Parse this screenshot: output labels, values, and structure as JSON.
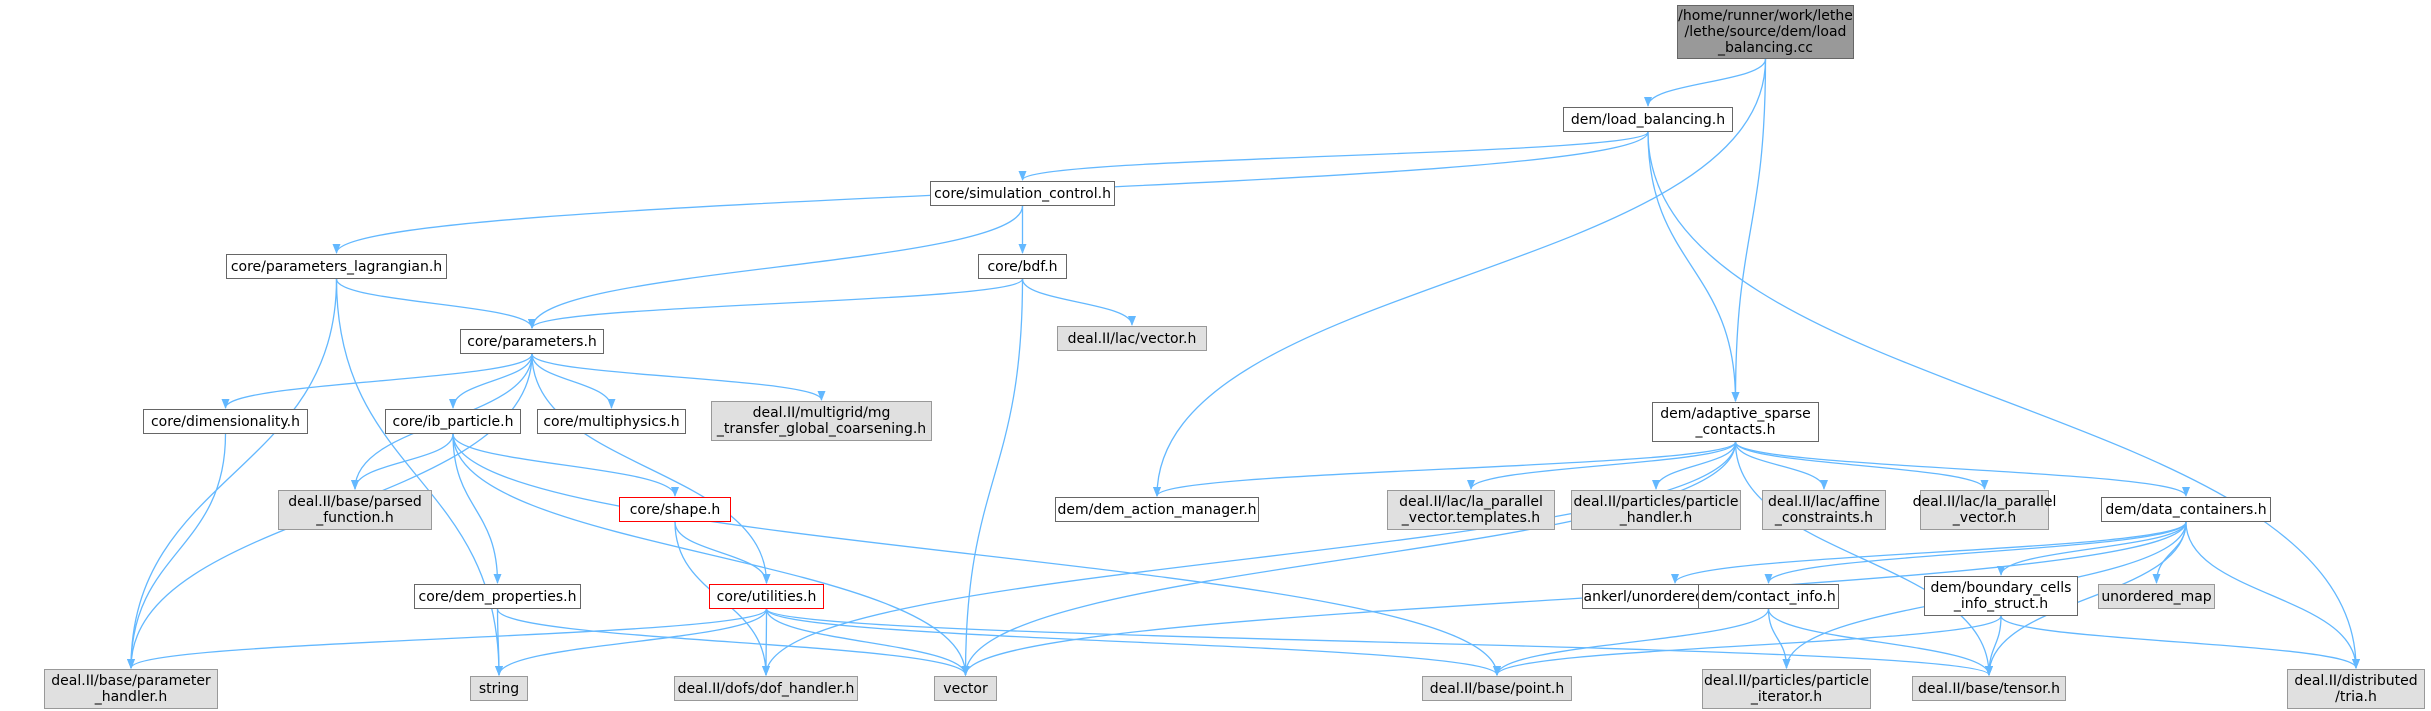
{
  "colors": {
    "edge": "#63b8ff",
    "root_fill": "#999999",
    "system_fill": "#e0e0e0",
    "border": "#666666",
    "truncated_border": "#ff0000"
  },
  "nodes": {
    "root": [
      "/home/runner/work/lethe",
      "/lethe/source/dem/load",
      "_balancing.cc"
    ],
    "load_balancing_h": [
      "dem/load_balancing.h"
    ],
    "simulation_control_h": [
      "core/simulation_control.h"
    ],
    "parameters_lagrangian_h": [
      "core/parameters_lagrangian.h"
    ],
    "bdf_h": [
      "core/bdf.h"
    ],
    "lac_vector_h": [
      "deal.II/lac/vector.h"
    ],
    "parameters_h": [
      "core/parameters.h"
    ],
    "dimensionality_h": [
      "core/dimensionality.h"
    ],
    "ib_particle_h": [
      "core/ib_particle.h"
    ],
    "multiphysics_h": [
      "core/multiphysics.h"
    ],
    "mg_transfer_h": [
      "deal.II/multigrid/mg",
      "_transfer_global_coarsening.h"
    ],
    "parsed_function_h": [
      "deal.II/base/parsed",
      "_function.h"
    ],
    "shape_h": [
      "core/shape.h"
    ],
    "dem_properties_h": [
      "core/dem_properties.h"
    ],
    "utilities_h": [
      "core/utilities.h"
    ],
    "parameter_handler_h": [
      "deal.II/base/parameter",
      "_handler.h"
    ],
    "string": [
      "string"
    ],
    "dof_handler_h": [
      "deal.II/dofs/dof_handler.h"
    ],
    "vector": [
      "vector"
    ],
    "point_h": [
      "deal.II/base/point.h"
    ],
    "adaptive_sparse_contacts_h": [
      "dem/adaptive_sparse",
      "_contacts.h"
    ],
    "dem_action_manager_h": [
      "dem/dem_action_manager.h"
    ],
    "la_parallel_vector_templates_h": [
      "deal.II/lac/la_parallel",
      "_vector.templates.h"
    ],
    "particle_handler_h": [
      "deal.II/particles/particle",
      "_handler.h"
    ],
    "affine_constraints_h": [
      "deal.II/lac/affine",
      "_constraints.h"
    ],
    "la_parallel_vector_h": [
      "deal.II/lac/la_parallel",
      "_vector.h"
    ],
    "data_containers_h": [
      "dem/data_containers.h"
    ],
    "unordered_dense_h": [
      "ankerl/unordered_dense.h"
    ],
    "contact_info_h": [
      "dem/contact_info.h"
    ],
    "boundary_cells_info_struct_h": [
      "dem/boundary_cells",
      "_info_struct.h"
    ],
    "unordered_map": [
      "unordered_map"
    ],
    "particle_iterator_h": [
      "deal.II/particles/particle",
      "_iterator.h"
    ],
    "tensor_h": [
      "deal.II/base/tensor.h"
    ],
    "distributed_tria_h": [
      "deal.II/distributed",
      "/tria.h"
    ]
  }
}
